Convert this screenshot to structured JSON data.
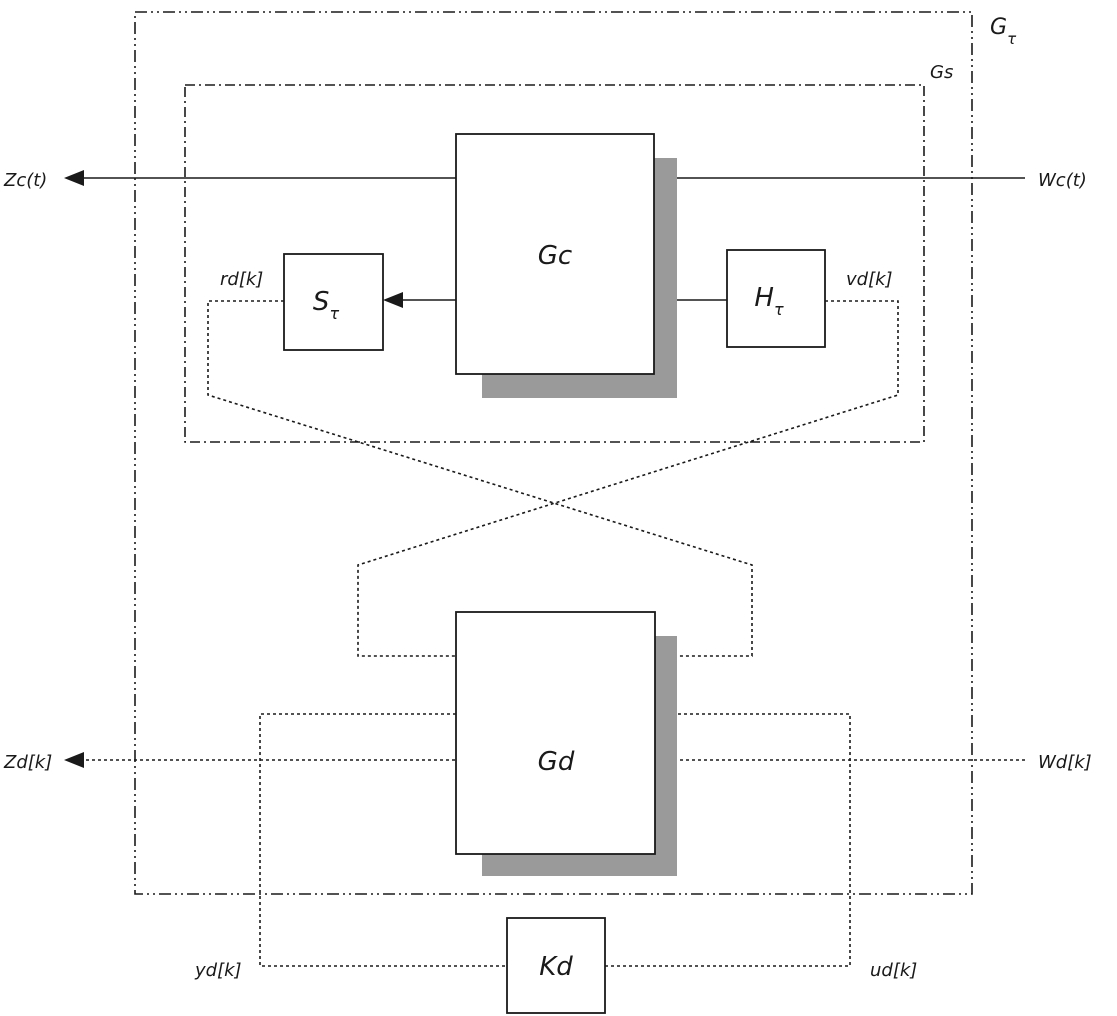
{
  "frames": {
    "outer_label": "G",
    "outer_sub": "τ",
    "inner_label": "Gs"
  },
  "blocks": {
    "gc": "Gc",
    "gd": "Gd",
    "kd": "Kd",
    "s_tau": "S",
    "s_tau_sub": "τ",
    "h_tau": "H",
    "h_tau_sub": "τ"
  },
  "signals": {
    "zc": "Zc(t)",
    "wc": "Wc(t)",
    "rd": "rd[k]",
    "vd": "vd[k]",
    "zd": "Zd[k]",
    "wd": "Wd[k]",
    "yd": "yd[k]",
    "ud": "ud[k]"
  }
}
